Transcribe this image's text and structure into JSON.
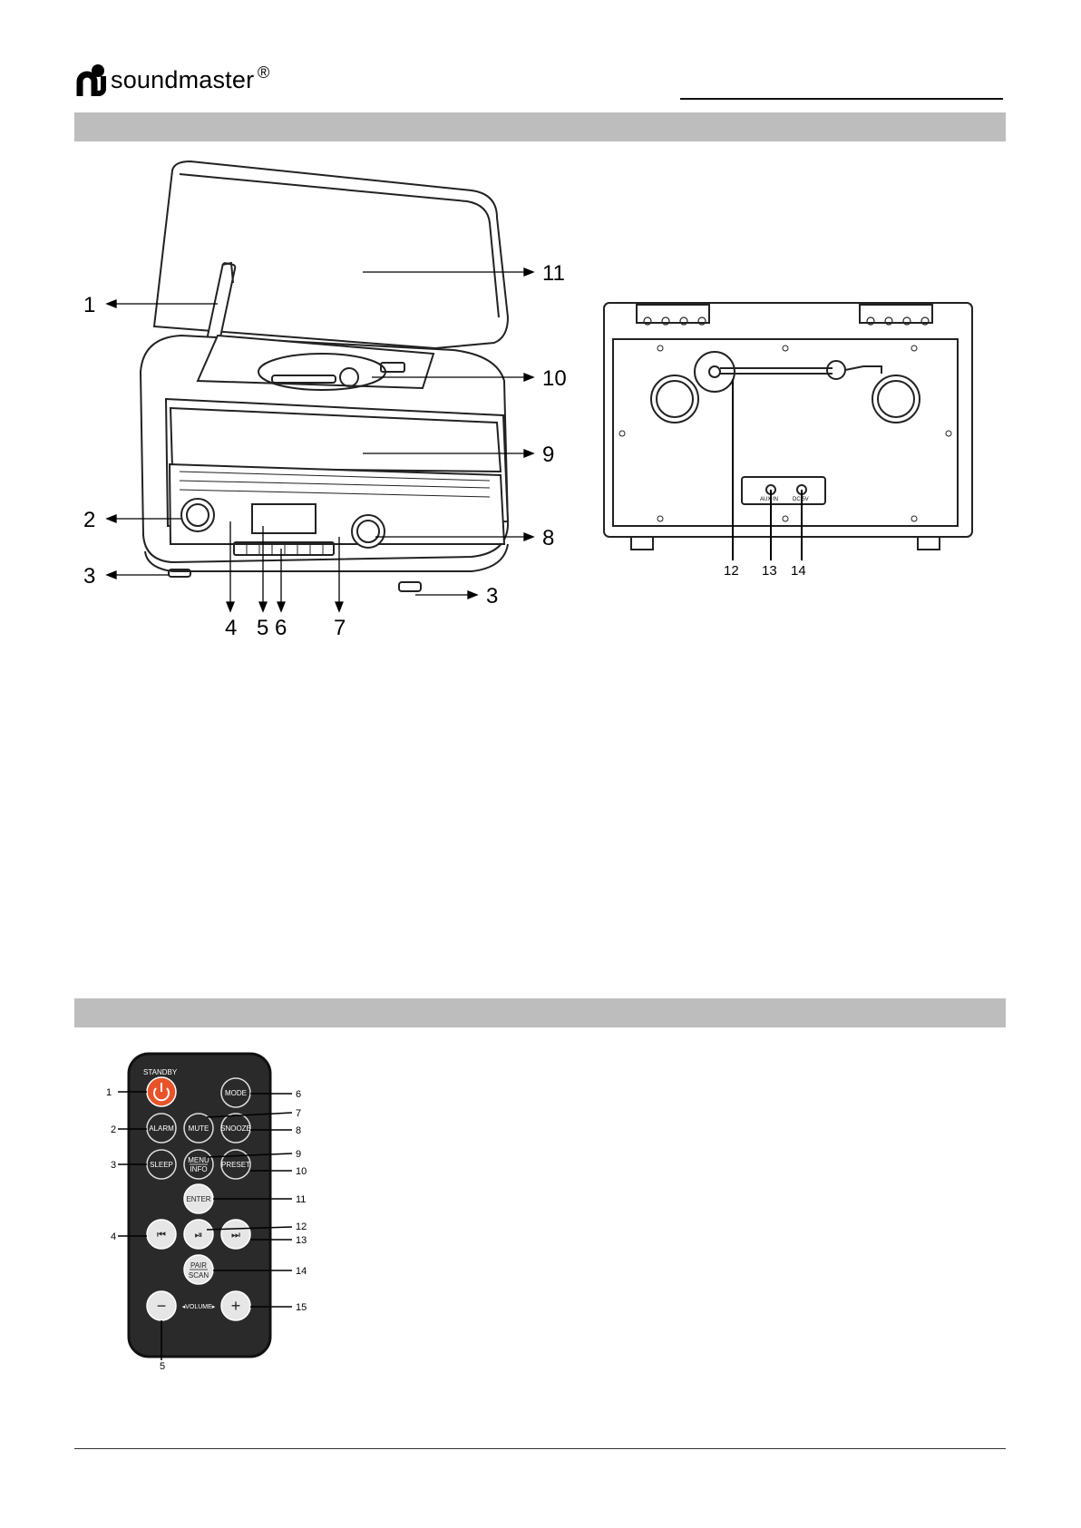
{
  "header": {
    "brand": "soundmaster",
    "registered_mark": "®"
  },
  "front_view": {
    "callouts": [
      "1",
      "2",
      "3",
      "3",
      "4",
      "5",
      "6",
      "7",
      "8",
      "9",
      "10",
      "11"
    ]
  },
  "back_view": {
    "callouts": [
      "12",
      "13",
      "14"
    ],
    "jack_labels": [
      "AUX IN",
      "DC 5V"
    ]
  },
  "remote": {
    "standby_label": "STANDBY",
    "buttons": {
      "mode": "MODE",
      "alarm": "ALARM",
      "mute": "MUTE",
      "snooze": "SNOOZE",
      "sleep": "SLEEP",
      "menu": "MENU",
      "info": "INFO",
      "preset": "PRESET",
      "enter": "ENTER",
      "pair": "PAIR",
      "scan": "SCAN",
      "volume": "◂VOLUME▸",
      "prev_symbol": "⏮",
      "play_symbol": "⏯",
      "next_symbol": "⏭",
      "minus_symbol": "−",
      "plus_symbol": "+"
    },
    "callouts": [
      "1",
      "2",
      "3",
      "4",
      "5",
      "6",
      "7",
      "8",
      "9",
      "10",
      "11",
      "12",
      "13",
      "14",
      "15"
    ]
  },
  "colors": {
    "section_bar": "#bdbdbd",
    "remote_body": "#2a2a2a",
    "standby_button": "#e8542a"
  }
}
